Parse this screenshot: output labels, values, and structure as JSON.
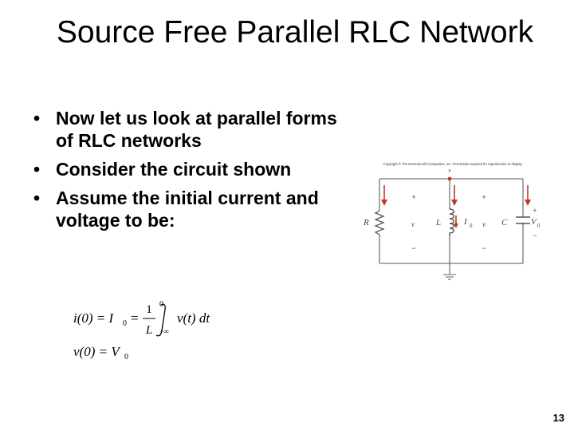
{
  "slide": {
    "title": "Source Free Parallel RLC Network",
    "bullets": [
      "Now let us look at parallel forms of RLC networks",
      "Consider the circuit shown",
      "Assume the initial current and voltage to be:"
    ],
    "bullet_glyph": "•",
    "page_number": "13"
  },
  "figure": {
    "copyright": "Copyright © The McGraw-Hill Companies, Inc. Permission required for reproduction or display.",
    "node_label": "v",
    "R": "R",
    "L": "L",
    "C": "C",
    "I0": "I",
    "I0_sub": "0",
    "V0": "V",
    "V0_sub": "0",
    "v_left": "v",
    "v_mid": "v",
    "plus": "+",
    "minus": "−"
  },
  "equations": {
    "line1_lhs": "i(0) = I",
    "line1_sub": "0",
    "line1_eq": "=",
    "frac_num": "1",
    "frac_den": "L",
    "int_upper": "0",
    "int_lower": "−∞",
    "line1_rhs": "v(t) dt",
    "line2_lhs": "v(0) = V",
    "line2_sub": "0"
  }
}
